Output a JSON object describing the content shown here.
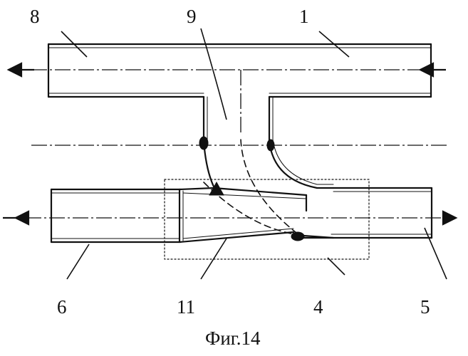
{
  "figure": {
    "caption": "Фиг.14",
    "labels": [
      {
        "id": "8",
        "text": "8"
      },
      {
        "id": "9",
        "text": "9"
      },
      {
        "id": "1",
        "text": "1"
      },
      {
        "id": "6",
        "text": "6"
      },
      {
        "id": "11",
        "text": "11"
      },
      {
        "id": "4",
        "text": "4"
      },
      {
        "id": "5",
        "text": "5"
      }
    ]
  }
}
